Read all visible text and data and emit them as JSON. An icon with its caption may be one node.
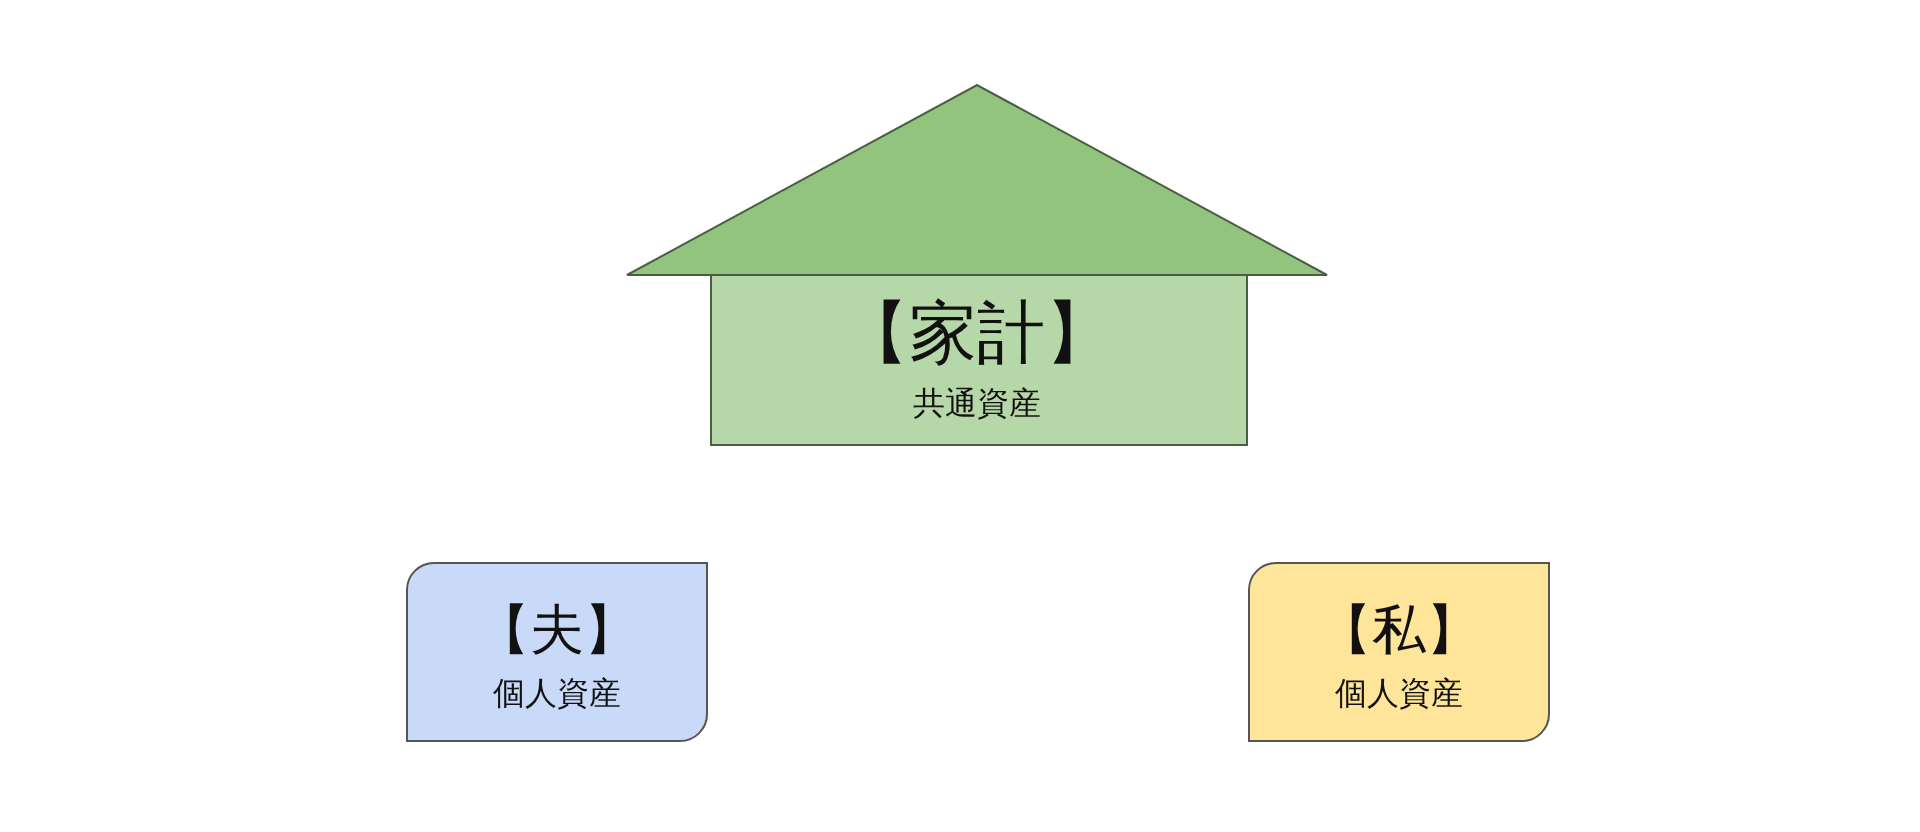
{
  "diagram": {
    "nodes": [
      {
        "text": [
          "【家計】",
          "共通資産"
        ]
      },
      {
        "text": [
          "【夫】",
          "個人資産"
        ]
      },
      {
        "text": [
          "【私】",
          "個人資産"
        ]
      }
    ]
  }
}
